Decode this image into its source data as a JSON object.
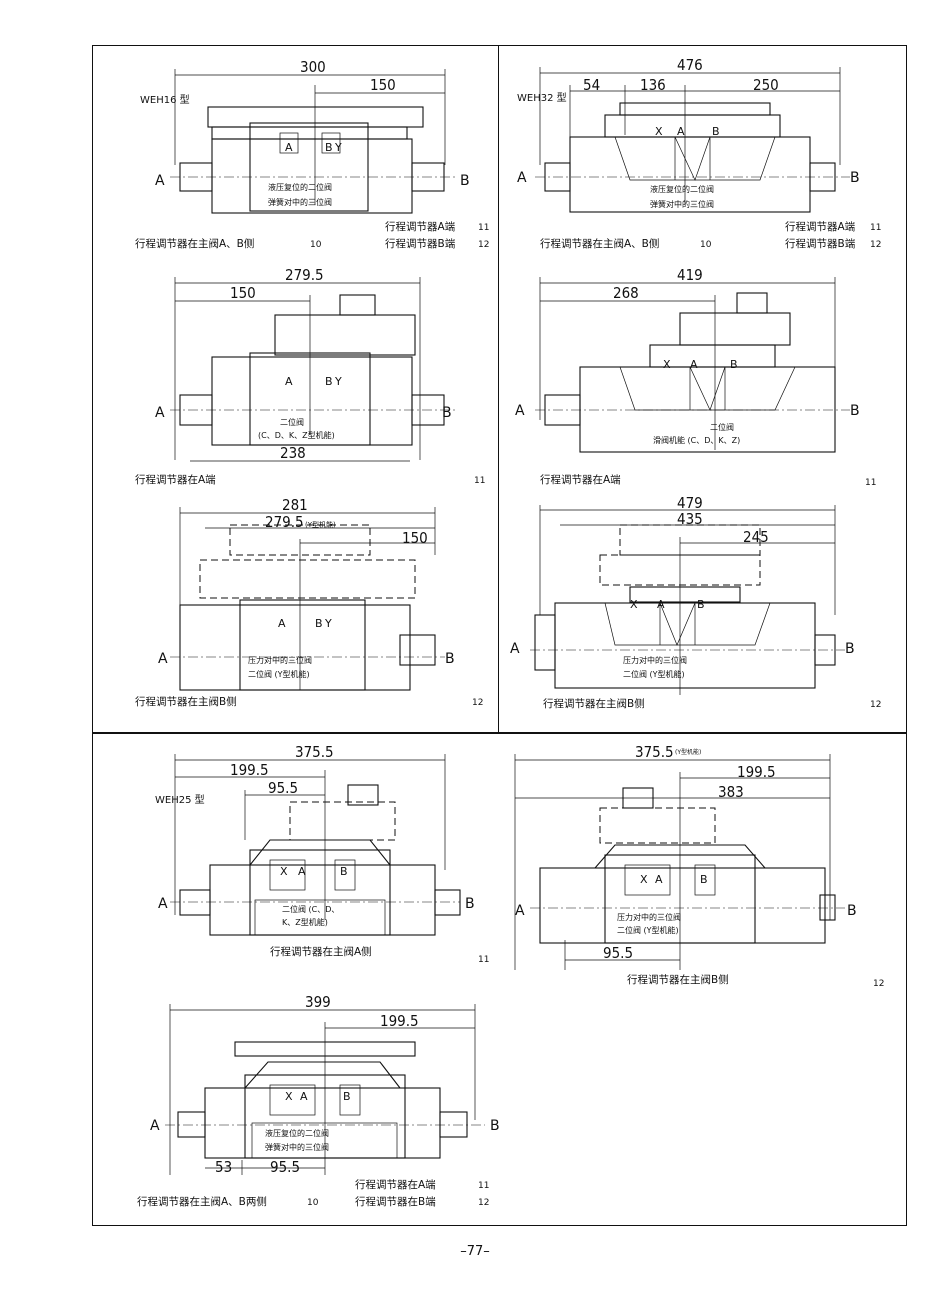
{
  "page_number": "–77–",
  "panels": [
    {
      "id": "p1",
      "model": "WEH16 型",
      "dims": [
        "300",
        "150"
      ],
      "ports": [
        "A",
        "B"
      ],
      "valve_labels": [
        "A",
        "B",
        "Y"
      ],
      "body_text": [
        "液压复位的二位阀",
        "弹簧对中的三位阀"
      ],
      "captions": [
        {
          "text": "行程调节器在主阀A、B侧",
          "num": "10"
        },
        {
          "text": "行程调节器A端",
          "num": "11"
        },
        {
          "text": "行程调节器B端",
          "num": "12"
        }
      ]
    },
    {
      "id": "p2",
      "model": "WEH32 型",
      "dims": [
        "476",
        "54",
        "136",
        "250"
      ],
      "ports": [
        "A",
        "B"
      ],
      "valve_labels": [
        "X",
        "A",
        "B"
      ],
      "body_text": [
        "液压复位的二位阀",
        "弹簧对中的三位阀"
      ],
      "captions": [
        {
          "text": "行程调节器在主阀A、B侧",
          "num": "10"
        },
        {
          "text": "行程调节器A端",
          "num": "11"
        },
        {
          "text": "行程调节器B端",
          "num": "12"
        }
      ]
    },
    {
      "id": "p3",
      "model": "",
      "dims": [
        "279.5",
        "150",
        "238"
      ],
      "ports": [
        "A",
        "B"
      ],
      "valve_labels": [
        "A",
        "B",
        "Y"
      ],
      "body_text": [
        "二位阀",
        "(C、D、K、Z型机能)"
      ],
      "captions": [
        {
          "text": "行程调节器在A端",
          "num": "11"
        }
      ]
    },
    {
      "id": "p4",
      "model": "",
      "dims": [
        "419",
        "268"
      ],
      "ports": [
        "A",
        "B"
      ],
      "valve_labels": [
        "X",
        "A",
        "B"
      ],
      "body_text": [
        "二位阀",
        "滑阀机能 (C、D、K、Z)"
      ],
      "captions": [
        {
          "text": "行程调节器在A端",
          "num": "11"
        }
      ]
    },
    {
      "id": "p5",
      "model": "",
      "dims": [
        "281",
        "279.5",
        "(Y型机能)",
        "150"
      ],
      "ports": [
        "A",
        "B"
      ],
      "valve_labels": [
        "A",
        "B",
        "Y"
      ],
      "body_text": [
        "压力对中的三位阀",
        "二位阀 (Y型机能)"
      ],
      "captions": [
        {
          "text": "行程调节器在主阀B侧",
          "num": "12"
        }
      ]
    },
    {
      "id": "p6",
      "model": "",
      "dims": [
        "479",
        "435",
        "245"
      ],
      "ports": [
        "A",
        "B"
      ],
      "valve_labels": [
        "X",
        "A",
        "B"
      ],
      "body_text": [
        "压力对中的三位阀",
        "二位阀 (Y型机能)"
      ],
      "captions": [
        {
          "text": "行程调节器在主阀B侧",
          "num": "12"
        }
      ]
    },
    {
      "id": "p7",
      "model": "WEH25 型",
      "dims": [
        "375.5",
        "199.5",
        "95.5"
      ],
      "ports": [
        "A",
        "B"
      ],
      "valve_labels": [
        "X",
        "A",
        "B"
      ],
      "body_text": [
        "二位阀 (C、D、",
        "K、Z型机能)"
      ],
      "captions": [
        {
          "text": "行程调节器在主阀A侧",
          "num": "11"
        }
      ]
    },
    {
      "id": "p8",
      "model": "",
      "dims": [
        "375.5",
        "(Y型机能)",
        "199.5",
        "383",
        "95.5"
      ],
      "ports": [
        "A",
        "B"
      ],
      "valve_labels": [
        "X",
        "A",
        "B"
      ],
      "body_text": [
        "压力对中的三位阀",
        "二位阀 (Y型机能)"
      ],
      "captions": [
        {
          "text": "行程调节器在主阀B侧",
          "num": "12"
        }
      ]
    },
    {
      "id": "p9",
      "model": "",
      "dims": [
        "399",
        "199.5",
        "53",
        "95.5"
      ],
      "ports": [
        "A",
        "B"
      ],
      "valve_labels": [
        "X",
        "A",
        "B"
      ],
      "body_text": [
        "液压复位的二位阀",
        "弹簧对中的三位阀"
      ],
      "captions": [
        {
          "text": "行程调节器在主阀A、B两侧",
          "num": "10"
        },
        {
          "text": "行程调节器在A端",
          "num": "11"
        },
        {
          "text": "行程调节器在B端",
          "num": "12"
        }
      ]
    }
  ]
}
